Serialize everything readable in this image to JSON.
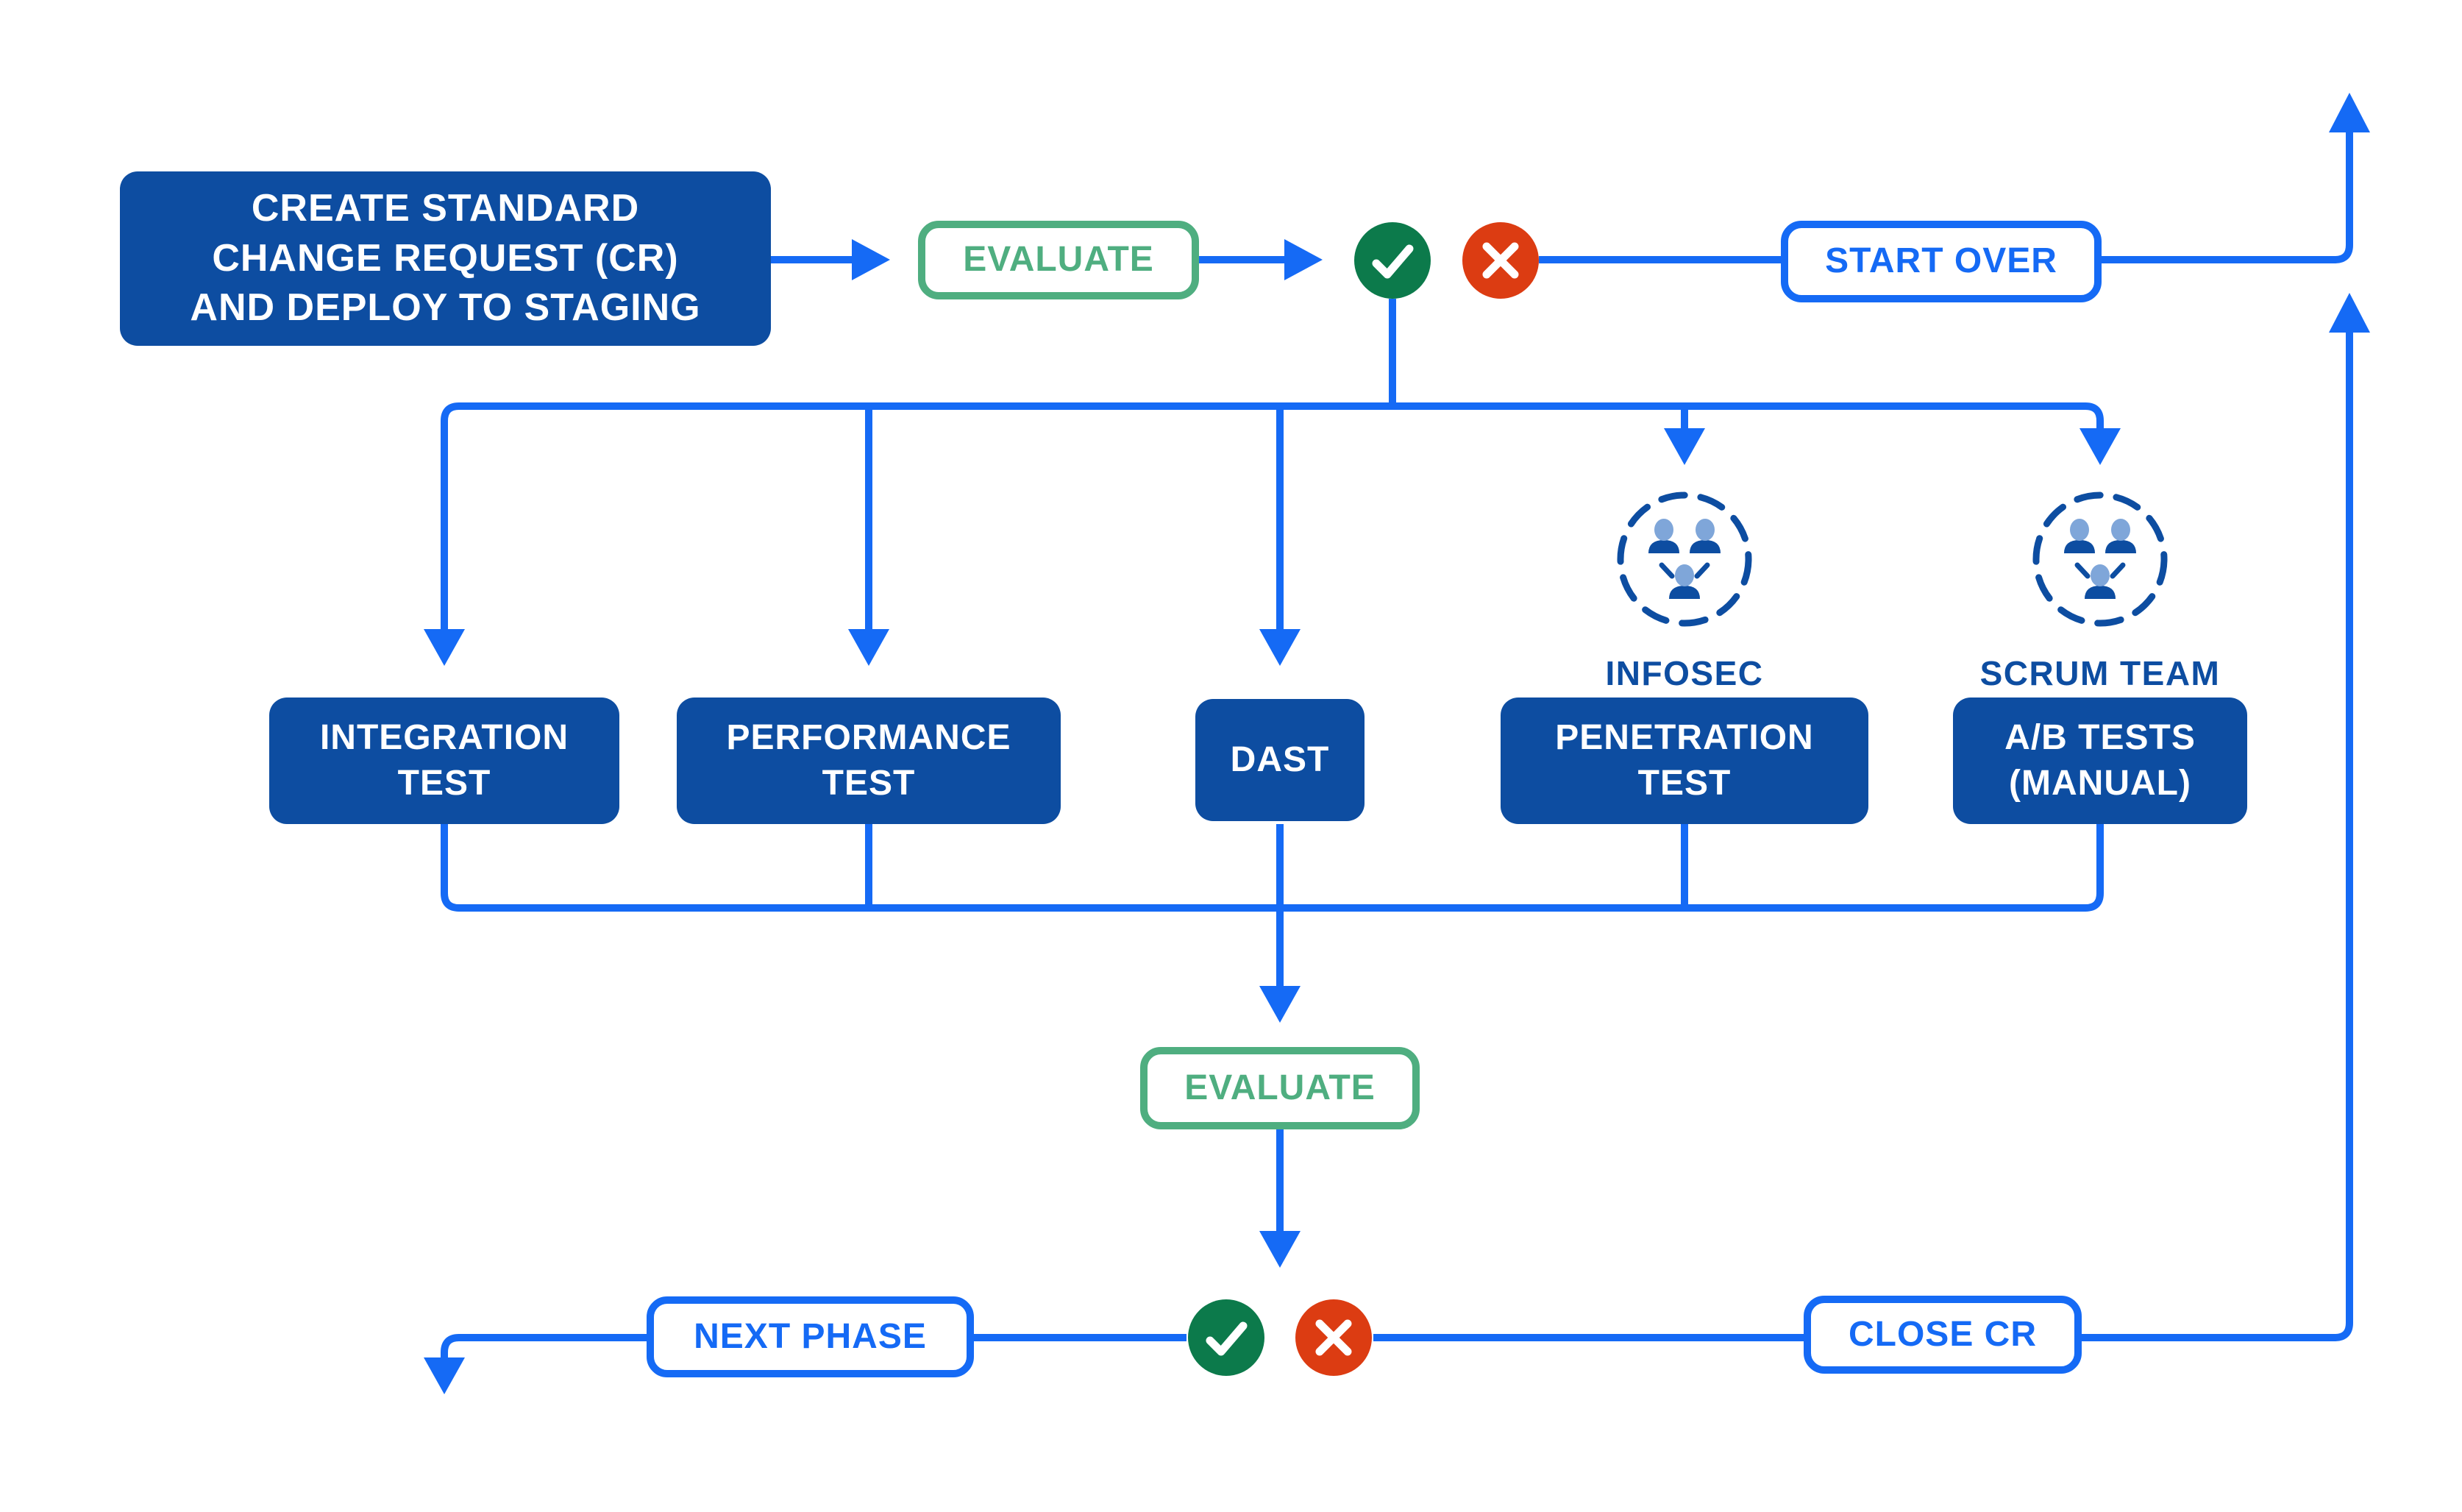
{
  "colors": {
    "background": "#ffffff",
    "navy": "#0d4da1",
    "line": "#156af5",
    "green_outline": "#4fae80",
    "check_green": "#0c7a4b",
    "cross_red": "#dc3c12",
    "person_head": "#7fa6d9",
    "box_text": "#ffffff"
  },
  "nodes": {
    "create_cr": {
      "label": "CREATE STANDARD\nCHANGE REQUEST (CR)\nAND DEPLOY TO STAGING"
    },
    "evaluate_top": {
      "label": "EVALUATE"
    },
    "start_over": {
      "label": "START OVER"
    },
    "integration_test": {
      "label": "INTEGRATION\nTEST"
    },
    "performance_test": {
      "label": "PERFORMANCE\nTEST"
    },
    "dast": {
      "label": "DAST"
    },
    "penetration_test": {
      "label": "PENETRATION\nTEST"
    },
    "ab_tests": {
      "label": "A/B TESTS\n(MANUAL)"
    },
    "evaluate_bottom": {
      "label": "EVALUATE"
    },
    "next_phase": {
      "label": "NEXT PHASE"
    },
    "close_cr": {
      "label": "CLOSE CR"
    }
  },
  "teams": {
    "infosec": {
      "label": "INFOSEC",
      "icon": "team-circle-icon"
    },
    "scrum": {
      "label": "SCRUM TEAM",
      "icon": "team-circle-icon"
    }
  },
  "icons": {
    "approve_top": "check-icon",
    "reject_top": "cross-icon",
    "approve_bottom": "check-icon",
    "reject_bottom": "cross-icon"
  }
}
